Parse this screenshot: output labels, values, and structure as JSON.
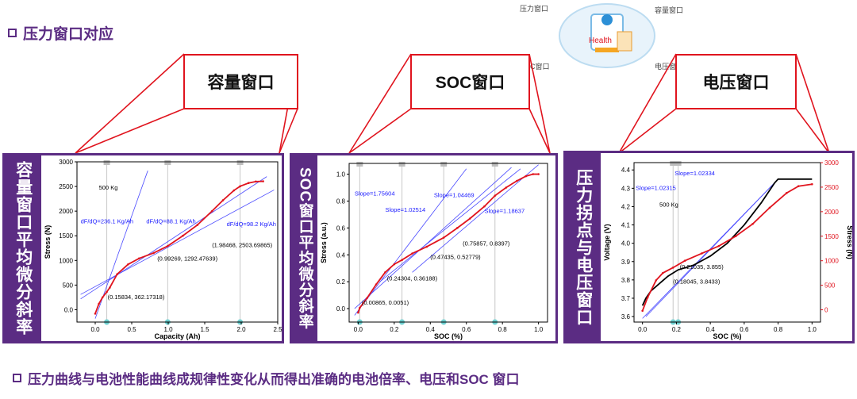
{
  "header": {
    "title": "压力窗口对应"
  },
  "footer": {
    "text": "压力曲线与电池性能曲线成规律性变化从而得出准确的电池倍率、电压和SOC 窗口"
  },
  "logo_labels": {
    "top_left": "压力窗口",
    "top_right": "容量窗口",
    "bottom_left": "SOC窗口",
    "bottom_right": "电压窗口",
    "center": "Health"
  },
  "callouts": {
    "capacity": "容量窗口",
    "soc": "SOC窗口",
    "voltage": "电压窗口"
  },
  "side_labels": {
    "capacity": "容量窗口平均微分斜率",
    "soc": "SOC窗口平均微分斜率",
    "voltage": "压力拐点与电压窗口"
  },
  "colors": {
    "purple": "#5b2c83",
    "red": "#e0141e",
    "blue": "#2222ee",
    "accent_blue": "#1a1aff"
  },
  "chart_data": [
    {
      "type": "line",
      "xlabel": "Capacity (Ah)",
      "ylabel": "Stress (N)",
      "xlim": [
        -0.25,
        2.5
      ],
      "ylim": [
        -250,
        3000
      ],
      "xticks": [
        0.0,
        0.5,
        1.0,
        1.5,
        2.0,
        2.5
      ],
      "yticks": [
        0,
        500,
        1000,
        1500,
        2000,
        2500,
        3000
      ],
      "series": [
        {
          "x": [
            0.0,
            0.05,
            0.1,
            0.15834,
            0.2,
            0.3,
            0.45,
            0.6,
            0.8,
            0.99269,
            1.2,
            1.4,
            1.6,
            1.75,
            1.9,
            1.98468,
            2.1,
            2.2,
            2.3
          ],
          "y": [
            -80,
            120,
            250,
            362,
            450,
            720,
            920,
            1040,
            1150,
            1292,
            1500,
            1720,
            2000,
            2220,
            2420,
            2504,
            2570,
            2600,
            2605
          ]
        }
      ],
      "annotations": [
        {
          "text": "500 Kg",
          "x": 0.05,
          "y": 2440
        },
        {
          "text": "dF/dQ=236.1 Kg/Ah",
          "x": -0.2,
          "y": 1750
        },
        {
          "text": "dF/dQ=88.1 Kg/Ah",
          "x": 0.7,
          "y": 1750
        },
        {
          "text": "dF/dQ=98.2 Kg/Ah",
          "x": 1.8,
          "y": 1700
        },
        {
          "text": "(1.98468, 2503.69865)",
          "x": 1.6,
          "y": 1270
        },
        {
          "text": "(0.99269, 1292.47639)",
          "x": 0.85,
          "y": 1000
        },
        {
          "text": "(0.15834, 362.17318)",
          "x": 0.17,
          "y": 220
        }
      ],
      "fit_lines": [
        {
          "x": [
            0.0,
            0.72
          ],
          "y": [
            -180,
            2820
          ]
        },
        {
          "x": [
            -0.2,
            2.35
          ],
          "y": [
            220,
            2700
          ]
        },
        {
          "x": [
            -0.2,
            2.45
          ],
          "y": [
            310,
            2430
          ]
        }
      ],
      "markers_x": [
        0.15834,
        0.99269,
        1.98468
      ]
    },
    {
      "type": "line",
      "xlabel": "SOC (%)",
      "ylabel": "Stress (a.u.)",
      "xlim": [
        -0.05,
        1.05
      ],
      "ylim": [
        -0.1,
        1.08
      ],
      "xticks": [
        0.0,
        0.2,
        0.4,
        0.6,
        0.8,
        1.0
      ],
      "yticks": [
        0.0,
        0.2,
        0.4,
        0.6,
        0.8,
        1.0
      ],
      "series": [
        {
          "x": [
            0.0,
            0.00865,
            0.05,
            0.1,
            0.15,
            0.2,
            0.24304,
            0.3,
            0.38,
            0.47435,
            0.55,
            0.62,
            0.7,
            0.75857,
            0.82,
            0.88,
            0.93,
            0.97,
            1.0
          ],
          "y": [
            -0.03,
            0.0051,
            0.08,
            0.18,
            0.27,
            0.33,
            0.362,
            0.41,
            0.46,
            0.528,
            0.6,
            0.67,
            0.76,
            0.84,
            0.9,
            0.95,
            0.985,
            1.0,
            1.0
          ]
        }
      ],
      "annotations": [
        {
          "text": "Slope=1.75604",
          "x": -0.02,
          "y": 0.84
        },
        {
          "text": "Slope=1.04469",
          "x": 0.42,
          "y": 0.83
        },
        {
          "text": "Slope=1.02514",
          "x": 0.15,
          "y": 0.72
        },
        {
          "text": "Slope=1.18637",
          "x": 0.7,
          "y": 0.71
        },
        {
          "text": "(0.75857, 0.8397)",
          "x": 0.58,
          "y": 0.47
        },
        {
          "text": "(0.47435, 0.52779)",
          "x": 0.4,
          "y": 0.37
        },
        {
          "text": "(0.24304, 0.36188)",
          "x": 0.16,
          "y": 0.21
        },
        {
          "text": "(0.00865, 0.0051)",
          "x": 0.02,
          "y": 0.03
        }
      ],
      "fit_lines": [
        {
          "x": [
            -0.02,
            0.6
          ],
          "y": [
            -0.05,
            1.04
          ]
        },
        {
          "x": [
            -0.02,
            0.85
          ],
          "y": [
            0.0,
            1.05
          ]
        },
        {
          "x": [
            0.12,
            0.9
          ],
          "y": [
            0.2,
            1.04
          ]
        },
        {
          "x": [
            0.3,
            1.0
          ],
          "y": [
            0.27,
            1.07
          ]
        }
      ],
      "markers_x": [
        0.00865,
        0.24304,
        0.47435,
        0.75857
      ]
    },
    {
      "type": "line",
      "xlabel": "SOC (%)",
      "ylabel": "Voltage (V)",
      "y2label": "Stress (N)",
      "xlim": [
        -0.05,
        1.05
      ],
      "ylim": [
        3.57,
        4.44
      ],
      "y2lim": [
        -250,
        3000
      ],
      "xticks": [
        0.0,
        0.2,
        0.4,
        0.6,
        0.8,
        1.0
      ],
      "yticks": [
        3.6,
        3.7,
        3.8,
        3.9,
        4.0,
        4.1,
        4.2,
        4.3,
        4.4
      ],
      "y2ticks": [
        0,
        500,
        1000,
        1500,
        2000,
        2500,
        3000
      ],
      "series": [
        {
          "name": "Voltage",
          "axis": "left",
          "x": [
            0.0,
            0.02,
            0.05,
            0.1,
            0.15,
            0.21035,
            0.3,
            0.4,
            0.5,
            0.6,
            0.7,
            0.78,
            0.8,
            0.9,
            1.0
          ],
          "y": [
            3.66,
            3.7,
            3.74,
            3.78,
            3.82,
            3.855,
            3.88,
            3.93,
            4.0,
            4.1,
            4.22,
            4.33,
            4.35,
            4.35,
            4.35
          ]
        },
        {
          "name": "Stress",
          "axis": "right",
          "x": [
            0.0,
            0.03,
            0.08,
            0.12,
            0.18045,
            0.25,
            0.35,
            0.45,
            0.55,
            0.65,
            0.75,
            0.85,
            0.92,
            1.0
          ],
          "y": [
            -20,
            250,
            600,
            750,
            860,
            1000,
            1150,
            1300,
            1500,
            1750,
            2080,
            2380,
            2520,
            2560
          ]
        }
      ],
      "annotations": [
        {
          "text": "Slope=1.02334",
          "x": 0.19,
          "y": 4.37
        },
        {
          "text": "Slope=1.02315",
          "x": -0.04,
          "y": 4.29
        },
        {
          "text": "500 Kg",
          "x": 0.1,
          "y": 4.2
        },
        {
          "text": "(0.21035, 3.855)",
          "x": 0.22,
          "y": 3.86
        },
        {
          "text": "(0.18045, 3.8433)",
          "x": 0.18,
          "y": 3.78
        }
      ],
      "fit_lines": [
        {
          "x": [
            0.0,
            0.8
          ],
          "y": [
            3.59,
            4.35
          ]
        },
        {
          "x": [
            0.02,
            0.8
          ],
          "y": [
            3.6,
            4.35
          ]
        }
      ],
      "markers_x": [
        0.18045,
        0.21035
      ]
    }
  ]
}
